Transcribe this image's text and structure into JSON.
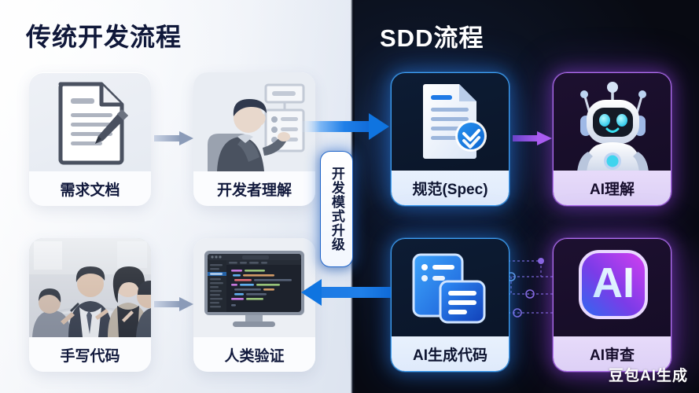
{
  "titles": {
    "left": "传统开发流程",
    "right": "SDD流程"
  },
  "center_label": {
    "text": "开发模式升级",
    "orientation": "vertical"
  },
  "watermark": "豆包AI生成",
  "colors": {
    "left_bg": "#eef1f7",
    "right_bg": "#0a0d18",
    "left_title": "#10183a",
    "right_title": "#ffffff",
    "blue_accent": "#2f8ef0",
    "purple_accent": "#a765ef",
    "arrow_gray": "#9aa8c4",
    "arrow_blue": "#1878e6",
    "arrow_purple": "#8b4fe0"
  },
  "left_panel": {
    "cards": [
      {
        "id": "card-req",
        "label": "需求文档",
        "icon": "document-pencil-icon"
      },
      {
        "id": "card-dev",
        "label": "开发者理解",
        "icon": "developer-reading-icon"
      },
      {
        "id": "card-hand",
        "label": "手写代码",
        "icon": "team-meeting-photo"
      },
      {
        "id": "card-human",
        "label": "人类验证",
        "icon": "monitor-code-icon"
      }
    ],
    "arrows": [
      {
        "name": "arrow-req-dev",
        "direction": "right",
        "style": "gray"
      },
      {
        "name": "arrow-hand-human",
        "direction": "right",
        "style": "gray"
      }
    ]
  },
  "right_panel": {
    "cards": [
      {
        "id": "card-spec",
        "label": "规范(Spec)",
        "icon": "document-verified-icon",
        "accent": "blue"
      },
      {
        "id": "card-aiund",
        "label": "AI理解",
        "icon": "robot-icon",
        "accent": "purple"
      },
      {
        "id": "card-aigen",
        "label": "AI生成代码",
        "icon": "code-panels-icon",
        "accent": "blue"
      },
      {
        "id": "card-aichk",
        "label": "AI审查",
        "icon": "ai-badge-icon",
        "accent": "purple"
      }
    ],
    "arrows": [
      {
        "name": "arrow-spec-ai",
        "direction": "right",
        "style": "purple"
      }
    ]
  },
  "cross_arrows": [
    {
      "name": "arrow-cross-top",
      "direction": "right",
      "style": "blue-gradient"
    },
    {
      "name": "arrow-cross-bot",
      "direction": "left",
      "style": "blue-gradient"
    }
  ]
}
